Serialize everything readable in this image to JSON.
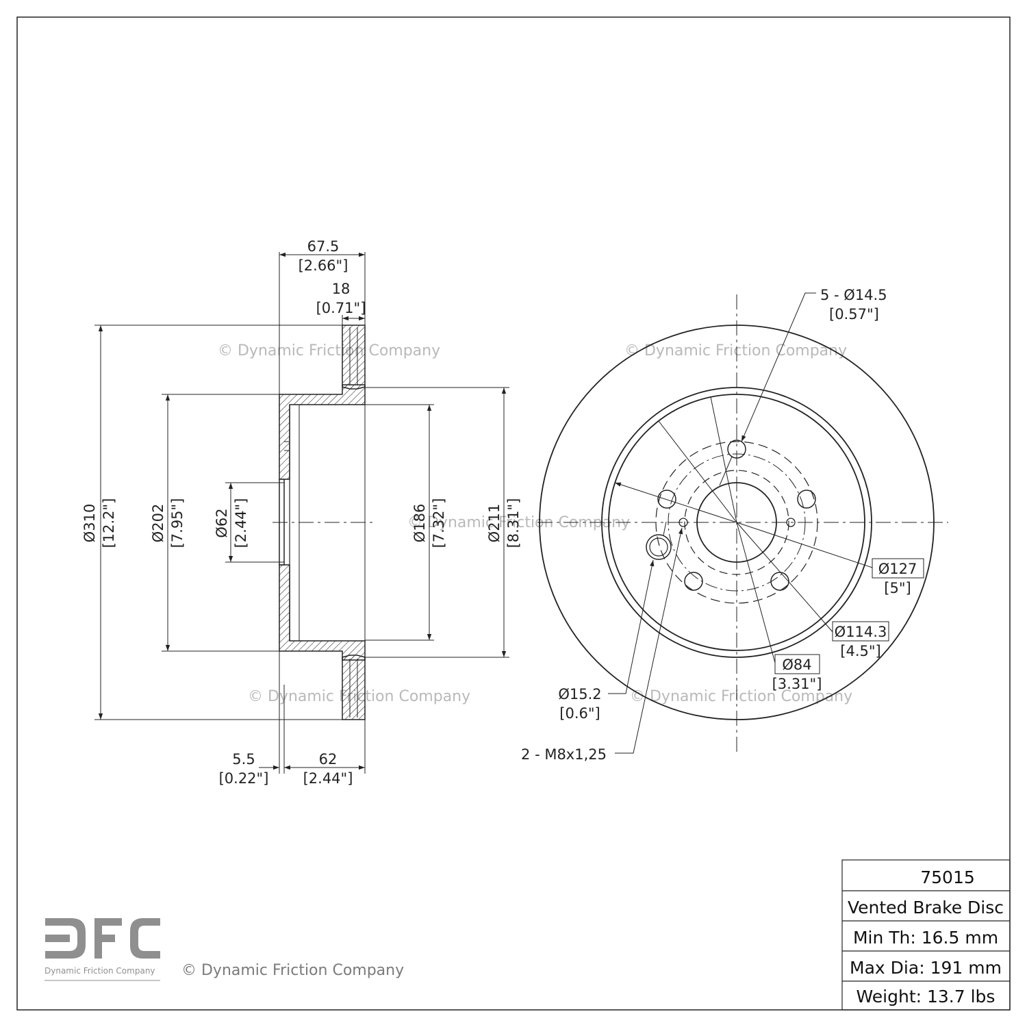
{
  "watermark": "© Dynamic Friction Company",
  "logo": {
    "letters": "DFC",
    "caption": "Dynamic Friction Company"
  },
  "side_view": {
    "overall_width": {
      "mm": "67.5",
      "in": "[2.66\"]"
    },
    "disc_thickness": {
      "mm": "18",
      "in": "[0.71\"]"
    },
    "hat_height": {
      "mm": "62",
      "in": "[2.44\"]"
    },
    "hat_thickness": {
      "mm": "5.5",
      "in": "[0.22\"]"
    },
    "outer_diameter": {
      "mm": "Ø310",
      "in": "[12.2\"]"
    },
    "hat_diameter": {
      "mm": "Ø202",
      "in": "[7.95\"]"
    },
    "center_bore": {
      "mm": "Ø62",
      "in": "[2.44\"]"
    },
    "inner_hat_diameter": {
      "mm": "Ø186",
      "in": "[7.32\"]"
    },
    "rim_diameter": {
      "mm": "Ø211",
      "in": "[8.31\"]"
    }
  },
  "front_view": {
    "bolt_holes": {
      "mm": "5 - Ø14.5",
      "in": "[0.57\"]"
    },
    "diameter_127": {
      "mm": "Ø127",
      "in": "[5\"]"
    },
    "bolt_circle": {
      "mm": "Ø114.3",
      "in": "[4.5\"]"
    },
    "diameter_84": {
      "mm": "Ø84",
      "in": "[3.31\"]"
    },
    "locator_hole": {
      "mm": "Ø15.2",
      "in": "[0.6\"]"
    },
    "threaded_holes": "2 - M8x1,25"
  },
  "title_block": {
    "part_number": "75015",
    "description": "Vented Brake Disc",
    "min_thickness": "Min Th: 16.5 mm",
    "max_diameter": "Max Dia: 191 mm",
    "weight": "Weight: 13.7 lbs"
  },
  "colors": {
    "line": "#222222",
    "watermark": "#b9b9b9",
    "logo": "#8f8f8f"
  }
}
